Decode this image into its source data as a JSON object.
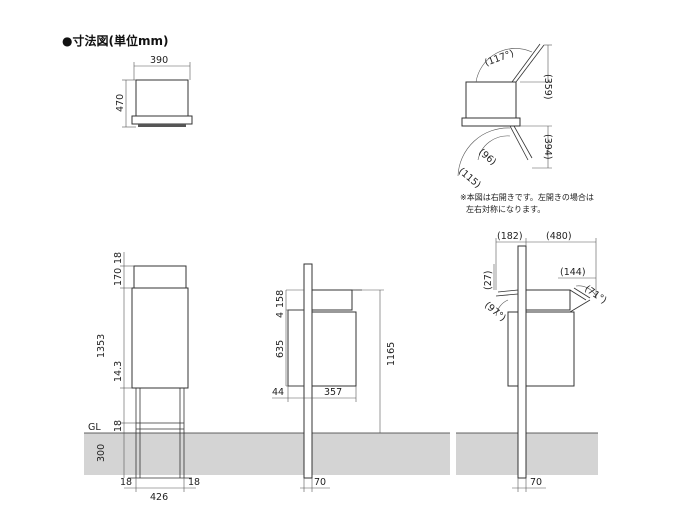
{
  "title": "●寸法図(単位mm)",
  "note": {
    "line1": "※本図は右開きです。左開きの場合は",
    "line2": "左右対称になります。"
  },
  "ground_label": "GL",
  "top_view": {
    "width": "390",
    "height": "470"
  },
  "opening_view": {
    "top_angle": "(117°)",
    "top_dim": "(359)",
    "bottom_angle": "(96)",
    "bottom_angle2": "(115)",
    "bottom_dim": "(394)"
  },
  "front_view": {
    "dim_18_top": "18",
    "dim_170": "170",
    "dim_1353": "1353",
    "dim_14_3": "14.3",
    "dim_18_mid": "18",
    "dim_300": "300",
    "dim_18_left": "18",
    "dim_426": "426",
    "dim_18_right": "18"
  },
  "side_view": {
    "dim_158": "158",
    "dim_4": "4",
    "dim_635": "635",
    "dim_1165": "1165",
    "dim_44": "44",
    "dim_357": "357",
    "dim_70": "70"
  },
  "open_side_view": {
    "dim_182": "(182)",
    "dim_480": "(480)",
    "dim_27": "(27)",
    "dim_144": "(144)",
    "angle_71": "(71°)",
    "angle_97": "(97°)",
    "dim_70": "70"
  }
}
